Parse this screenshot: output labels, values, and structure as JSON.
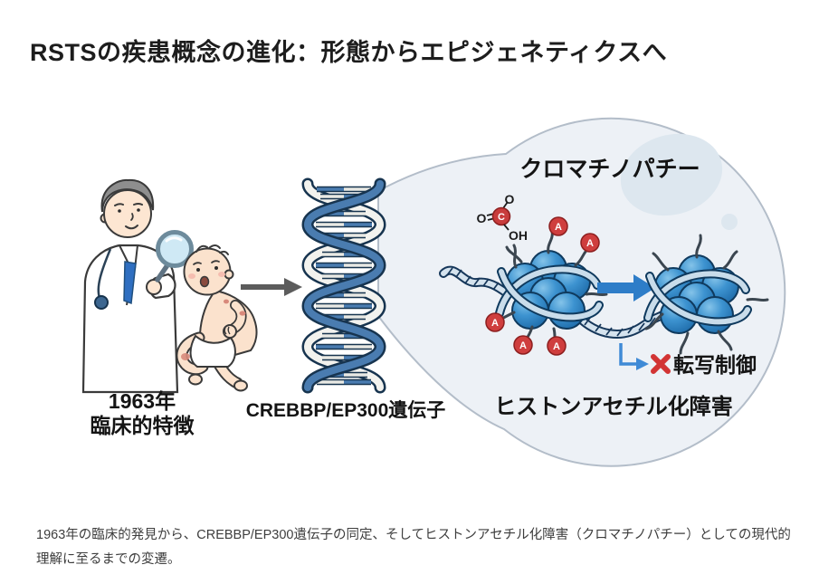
{
  "title": "RSTSの疾患概念の進化：形態からエピジェネティクスへ",
  "figure": {
    "clinical_stage": {
      "year": "1963年",
      "label": "臨床的特徴"
    },
    "gene_stage": {
      "label": "CREBBP/EP300遺伝子"
    },
    "chromatin_stage": {
      "title": "クロマチノパチー",
      "label": "ヒストンアセチル化障害",
      "transcription_label": "転写制御",
      "acetyl_mark": "A",
      "acetyl_group": {
        "o_top": "O",
        "o_left": "O",
        "c": "C",
        "oh": "OH"
      }
    },
    "colors": {
      "histone_blue": "#2e7fc0",
      "acetyl_red": "#cf3e3e",
      "arrow_blue": "#2e7dc8",
      "x_red": "#d23434",
      "dna_blue": "#4a7cb0",
      "bubble_fill": "#edf1f6"
    }
  },
  "caption": "1963年の臨床的発見から、CREBBP/EP300遺伝子の同定、そしてヒストンアセチル化障害（クロマチノパチー）としての現代的理解に至るまでの変遷。"
}
